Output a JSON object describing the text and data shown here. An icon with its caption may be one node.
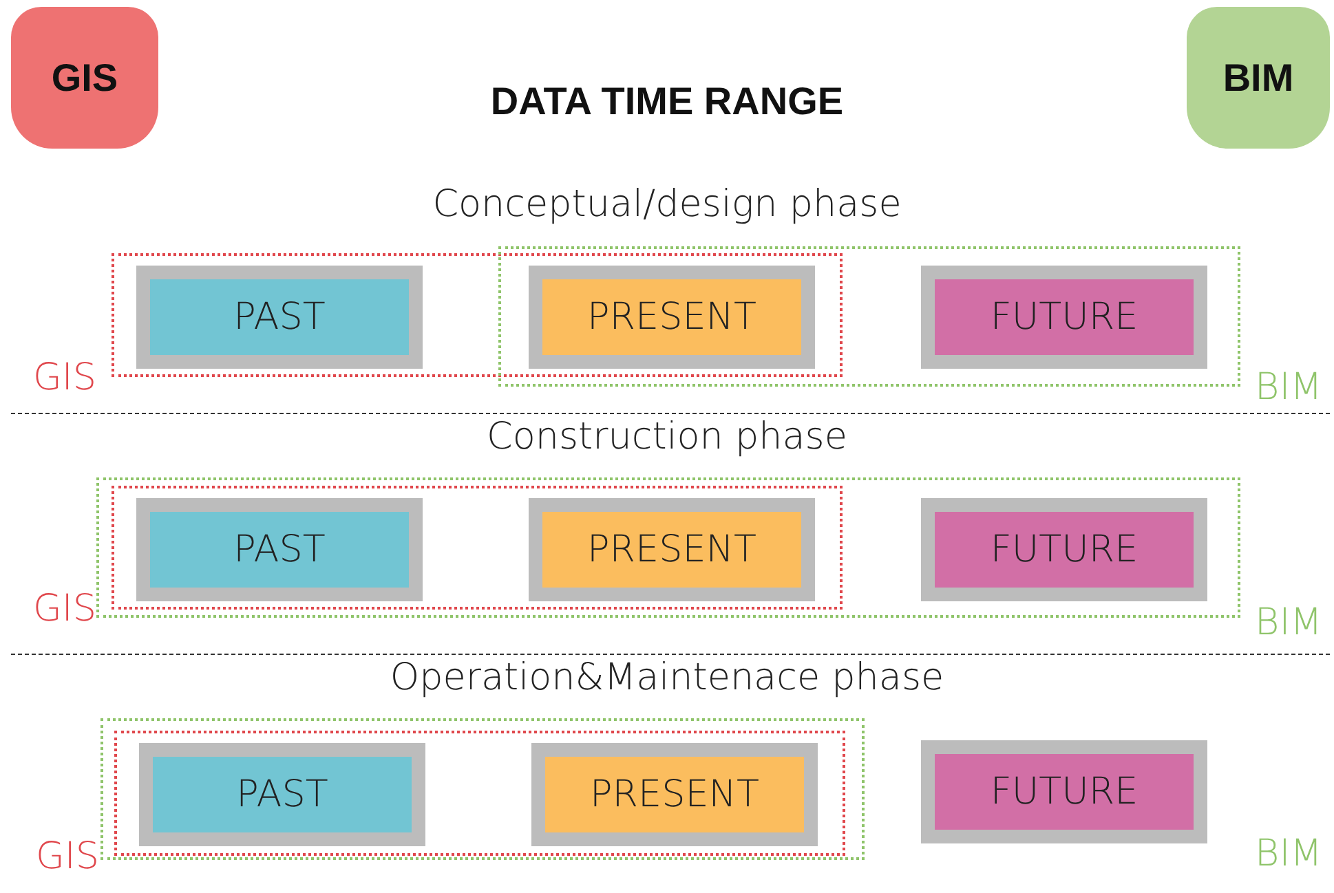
{
  "diagram": {
    "title": "DATA TIME RANGE",
    "nodes": [
      {
        "text": [
          "GIS"
        ]
      },
      {
        "text": [
          "BIM"
        ]
      },
      {
        "text": [
          "GIS"
        ]
      },
      {
        "text": [
          "PAST"
        ],
        "in": 2
      },
      {
        "text": [
          "BIM"
        ]
      },
      {
        "text": [
          "PRESENT"
        ]
      },
      {
        "text": [
          "FUTURE"
        ],
        "in": 4
      },
      {
        "text": [
          "BIM"
        ]
      },
      {
        "text": [
          "GIS"
        ],
        "in": 7
      },
      {
        "text": [
          "PAST"
        ],
        "in": 8
      },
      {
        "text": [
          "PRESENT"
        ],
        "in": 8
      },
      {
        "text": [
          "FUTURE"
        ],
        "in": 7
      },
      {
        "text": [],
        "shape": "box"
      },
      {
        "text": [
          "GIS"
        ],
        "in": 12
      },
      {
        "text": [
          "PAST"
        ],
        "in": 13
      },
      {
        "text": [
          "PRESENT"
        ],
        "in": 13
      },
      {
        "text": [
          "FUTURE"
        ]
      }
    ],
    "edges": [],
    "labels": [
      "Conceptual/design phase",
      "Construction phase",
      "Operation&Maintenace phase",
      "BIM"
    ]
  }
}
